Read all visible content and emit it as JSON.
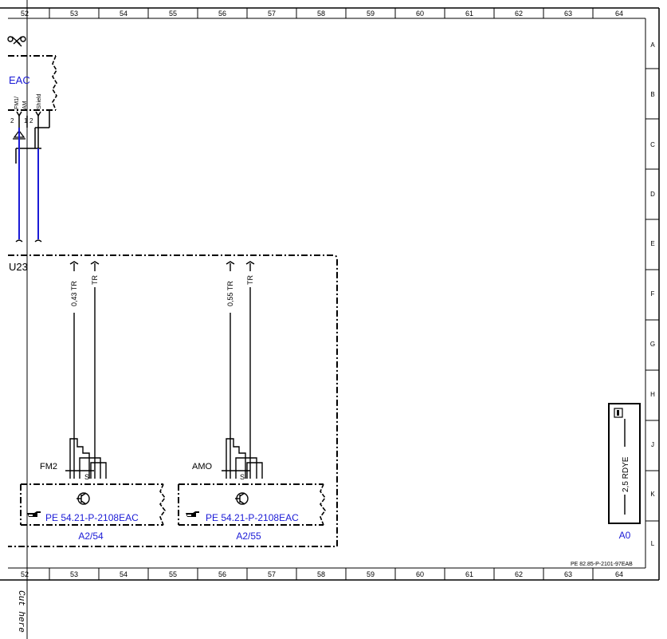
{
  "ruler": {
    "columns": [
      "52",
      "53",
      "54",
      "55",
      "56",
      "57",
      "58",
      "59",
      "60",
      "61",
      "62",
      "63",
      "64"
    ],
    "rows": [
      "A",
      "B",
      "C",
      "D",
      "E",
      "F",
      "G",
      "H",
      "J",
      "K",
      "L"
    ]
  },
  "cut_here": "Cut here",
  "document_ref": "PE 82.85-P-2101-97EAB",
  "eac": {
    "label": "EAC",
    "pins": [
      "2",
      "1",
      "2"
    ],
    "pin_labels": [
      "FM1/",
      "AM",
      "Shield"
    ]
  },
  "u23": {
    "label": "U23"
  },
  "group1": {
    "wire_label_1": "0,43 TR",
    "wire_label_2": "TR",
    "connector_label": "FM2",
    "s_label": "S",
    "ref_text": "PE 54.21-P-2108EAC",
    "component": "A2/54"
  },
  "group2": {
    "wire_label_1": "0,55 TR",
    "wire_label_2": "TR",
    "connector_label": "AMO",
    "s_label": "S",
    "ref_text": "PE 54.21-P-2108EAC",
    "component": "A2/55"
  },
  "a0": {
    "wire_label": "2,5 RDYE",
    "component": "A0"
  },
  "colors": {
    "line": "#000000",
    "blue_wire": "#1a1ad6",
    "blue_text": "#1a1ad6"
  },
  "icons": [
    "scissors-icon",
    "pointing-hand-icon",
    "transistor-icon",
    "antenna-icon",
    "info-icon"
  ]
}
